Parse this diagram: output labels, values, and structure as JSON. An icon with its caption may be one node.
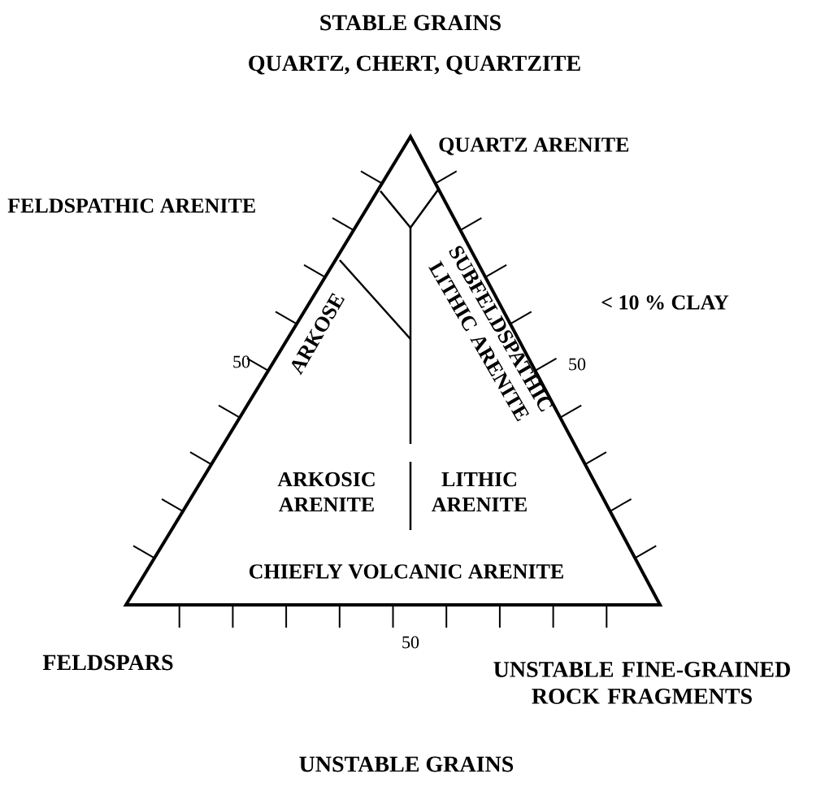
{
  "diagram": {
    "labels": [
      "STABLE GRAINS",
      "QUARTZ, CHERT, QUARTZITE",
      "QUARTZ ARENITE",
      "FELDSPATHIC ARENITE",
      "< 10 % CLAY",
      "50",
      "ARKOSE",
      "SUBFELDSPATHIC LITHIC ARENITE",
      "50",
      "ARKOSIC ARENITE",
      "LITHIC ARENITE",
      "CHIEFLY VOLCANIC ARENITE",
      "50",
      "FELDSPARS",
      "UNSTABLE FINE-GRAINED ROCK FRAGMENTS",
      "UNSTABLE GRAINS"
    ]
  }
}
